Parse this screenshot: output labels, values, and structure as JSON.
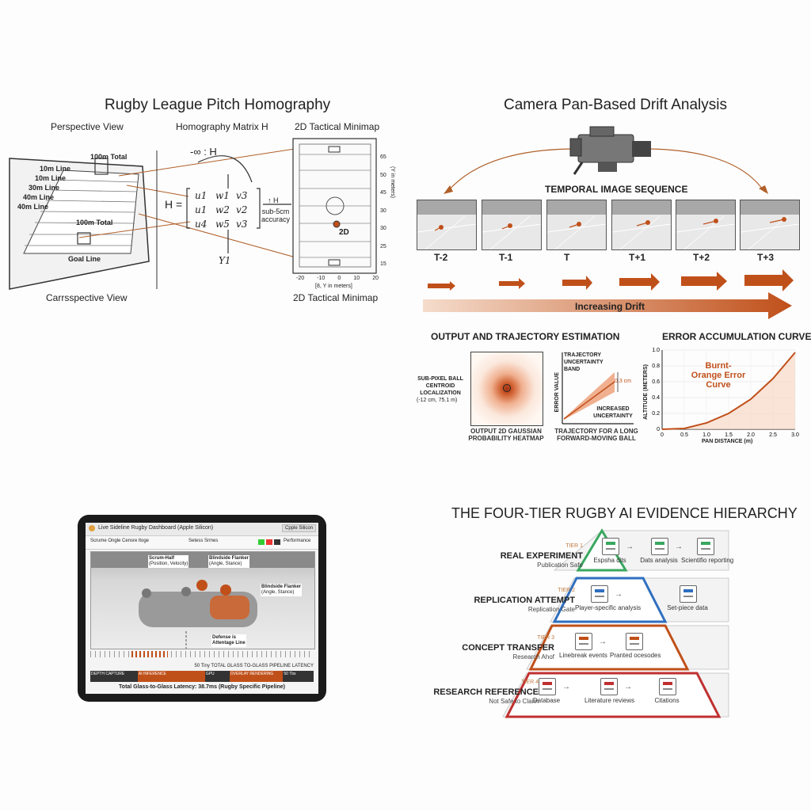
{
  "homography": {
    "title": "Rugby League Pitch Homography",
    "perspective_view_label": "Perspective View",
    "matrix_label": "Homography Matrix H",
    "minimap_label_top": "2D Tactical Minimap",
    "perspective_view_label_bottom": "Carrsspective View",
    "minimap_label_bottom": "2D Tactical Minimap",
    "pitch_lines": [
      "100m Total",
      "10m Line",
      "10m Line",
      "30m Line",
      "40m Line",
      "40m Line",
      "100m Total",
      "Goal Line"
    ],
    "matrix_top": "-∞ : H",
    "matrix_eq": "H =",
    "matrix_cells": [
      "u1",
      "w1",
      "v3",
      "u1",
      "w2",
      "v2",
      "u4",
      "w5",
      "v3"
    ],
    "matrix_bottom": "Y1",
    "accuracy_top": "↑ H",
    "accuracy_text": "sub-5cm accuracy",
    "minimap_marker": "2D",
    "minimap_y_ticks": [
      "65",
      "50",
      "45",
      "30",
      "30",
      "25",
      "15"
    ],
    "minimap_x_ticks": [
      "-20",
      "-10",
      "0",
      "10",
      "20"
    ],
    "minimap_x_caption": "[8, Y in meters]",
    "minimap_y_caption": "(Y in meters)"
  },
  "drift": {
    "title": "Camera Pan-Based Drift Analysis",
    "sequence_label": "TEMPORAL IMAGE SEQUENCE",
    "frames": [
      "T-2",
      "T-1",
      "T",
      "T+1",
      "T+2",
      "T+3"
    ],
    "increasing_label": "Increasing Drift",
    "output_title": "OUTPUT AND TRAJECTORY ESTIMATION",
    "error_title": "ERROR ACCUMULATION CURVE",
    "centroid_label": "SUB-PIXEL BALL CENTROID LOCALIZATION",
    "centroid_coords": "(-12 cm, 75.1 m)",
    "heatmap_caption": "OUTPUT 2D GAUSSIAN PROBABILITY HEATMAP",
    "traj_band_label": "TRAJECTORY UNCERTAINTY BAND",
    "traj_y_label": "ERROR VALUE",
    "traj_value": "0.3 cm",
    "traj_increased": "INCREASED UNCERTAINTY",
    "traj_caption": "TRAJECTORY FOR A LONG FORWARD-MOVING BALL",
    "curve_label": "Burnt-Orange Error Curve",
    "curve_y_label": "ALTITUDE (METERS)",
    "curve_x_label": "PAN DISTANCE (m)"
  },
  "chart_data": {
    "type": "line",
    "title": "ERROR ACCUMULATION CURVE",
    "xlabel": "PAN DISTANCE (m)",
    "ylabel": "ALTITUDE (METERS)",
    "xlim": [
      0,
      3
    ],
    "ylim": [
      0,
      1
    ],
    "x_ticks": [
      "0",
      "0.5",
      "1.0",
      "1.5",
      "2.0",
      "2.5",
      "3.0"
    ],
    "y_ticks": [
      "0",
      "0.2",
      "0.4",
      "0.6",
      "0.8",
      "1.0"
    ],
    "series": [
      {
        "name": "Burnt-Orange Error Curve",
        "x": [
          0,
          0.5,
          1.0,
          1.5,
          2.0,
          2.5,
          3.0
        ],
        "y": [
          0.0,
          0.01,
          0.08,
          0.2,
          0.38,
          0.64,
          0.97
        ]
      }
    ],
    "grid": true,
    "color": "#c0501a"
  },
  "dashboard": {
    "window_title": "Live Sideline Rugby Dashboard (Apple Silicon)",
    "title_btn": "Cpple Silicon",
    "tabs": [
      "Scrume Ongle",
      "Censre ltoge",
      "Setess Srmes"
    ],
    "right_tab": "Performance",
    "annotations": {
      "scrum_half": "Scrum-Half",
      "scrum_half_sub": "(Position, Velocity)",
      "flanker_top": "Blindside Flanker",
      "flanker_top_sub": "(Angle, Stance)",
      "flanker_right": "Blindside Flanker",
      "flanker_right_sub": "(Angle, Stance)",
      "defense_line": "Defense is",
      "defense_line_sub": "Attentage Line"
    },
    "status_right": "50 Tiny TOTAL GLASS TO-GLASS PIPELINE LATENCY",
    "bar_segments": [
      "DEPTH CAPTURE",
      "AI INFERENCE",
      "GPU",
      "OVERLAY RENDERING",
      "50 Tbs"
    ],
    "footer": "Total Glass-to-Glass Latency: 38.7ms (Rugby Specific Pipeline)"
  },
  "hierarchy": {
    "title": "THE FOUR-TIER RUGBY AI EVIDENCE HIERARCHY",
    "tiers": [
      {
        "level": "TIER 1",
        "name": "REAL EXPERIMENT",
        "sub": "Publication Safe",
        "items": [
          "Espsha dits",
          "Dats analysis",
          "Scientifio reporting"
        ],
        "color": "#3aa860"
      },
      {
        "level": "TIER 2",
        "name": "REPLICATION ATTEMPT",
        "sub": "Replication Gate",
        "items": [
          "Player-specific analysis",
          "Set-piece data"
        ],
        "color": "#2f6fc0"
      },
      {
        "level": "TIER 3",
        "name": "CONCEPT TRANSFER",
        "sub": "Research Ahof",
        "items": [
          "Linebreak events",
          "Pranted ocesodes"
        ],
        "color": "#c0501a"
      },
      {
        "level": "TIER 4",
        "name": "RESEARCH REFERENCE",
        "sub": "Not Safe to Claim",
        "items": [
          "Database",
          "Literature reviews",
          "Citations"
        ],
        "color": "#c03030"
      }
    ]
  }
}
